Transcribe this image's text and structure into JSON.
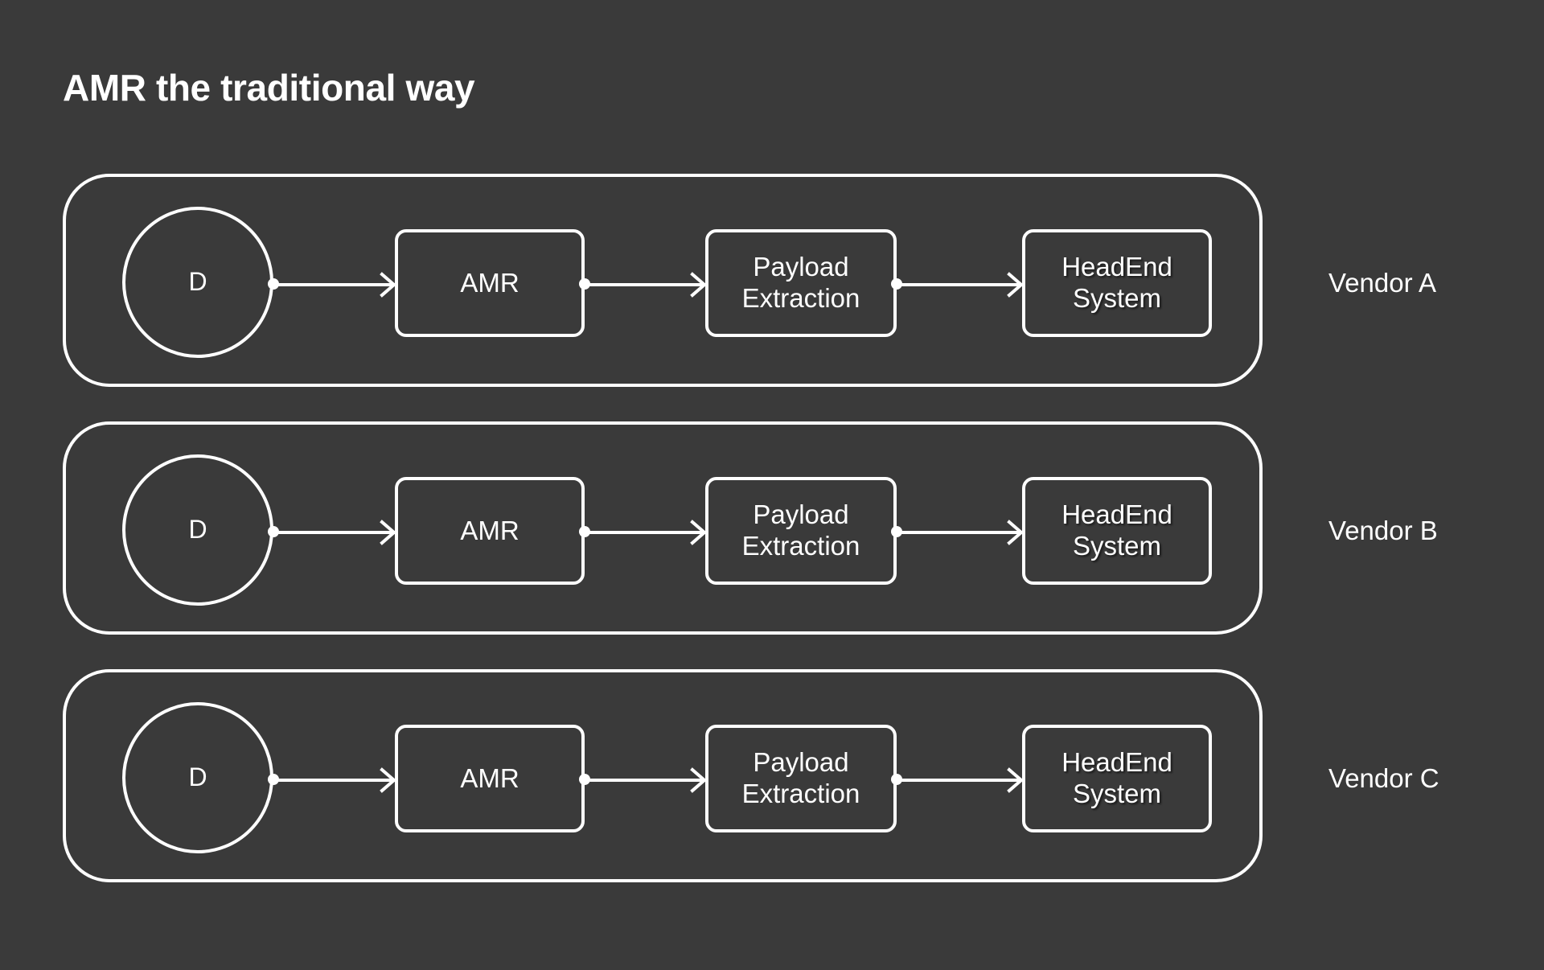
{
  "page": {
    "title": "AMR the traditional way",
    "background_color": "#3a3a3a",
    "stroke_color": "#ffffff",
    "text_color": "#ffffff"
  },
  "diagram": {
    "type": "flow",
    "node_labels": {
      "device": "D",
      "amr": "AMR",
      "payload_extraction": "Payload\nExtraction",
      "headend_system": "HeadEnd\nSystem"
    },
    "rows": [
      {
        "vendor": "Vendor A",
        "nodes": [
          {
            "id": "device",
            "shape": "circle",
            "label": "D"
          },
          {
            "id": "amr",
            "shape": "rounded-rect",
            "label": "AMR"
          },
          {
            "id": "payload",
            "shape": "rounded-rect",
            "label": "Payload\nExtraction"
          },
          {
            "id": "headend",
            "shape": "rounded-rect",
            "label": "HeadEnd\nSystem"
          }
        ]
      },
      {
        "vendor": "Vendor B",
        "nodes": [
          {
            "id": "device",
            "shape": "circle",
            "label": "D"
          },
          {
            "id": "amr",
            "shape": "rounded-rect",
            "label": "AMR"
          },
          {
            "id": "payload",
            "shape": "rounded-rect",
            "label": "Payload\nExtraction"
          },
          {
            "id": "headend",
            "shape": "rounded-rect",
            "label": "HeadEnd\nSystem"
          }
        ]
      },
      {
        "vendor": "Vendor C",
        "nodes": [
          {
            "id": "device",
            "shape": "circle",
            "label": "D"
          },
          {
            "id": "amr",
            "shape": "rounded-rect",
            "label": "AMR"
          },
          {
            "id": "payload",
            "shape": "rounded-rect",
            "label": "Payload\nExtraction"
          },
          {
            "id": "headend",
            "shape": "rounded-rect",
            "label": "HeadEnd\nSystem"
          }
        ]
      }
    ]
  }
}
